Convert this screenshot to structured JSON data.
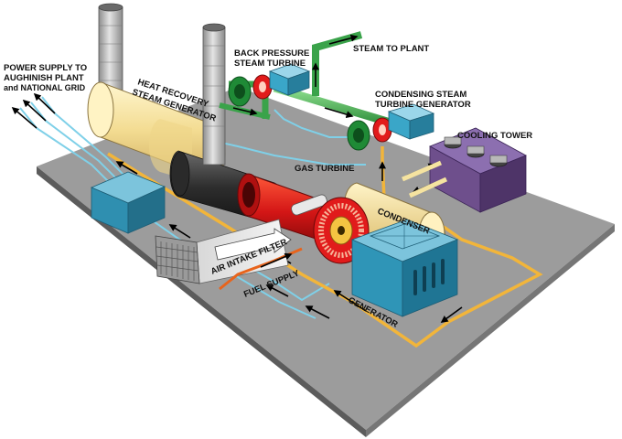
{
  "labels": {
    "power_supply_line1": "POWER SUPPLY TO",
    "power_supply_line2": "AUGHINISH PLANT",
    "power_supply_line3": "and NATIONAL GRID",
    "hrsg_line1": "HEAT RECOVERY",
    "hrsg_line2": "STEAM GENERATOR",
    "back_pressure_line1": "BACK PRESSURE",
    "back_pressure_line2": "STEAM TURBINE",
    "steam_to_plant": "STEAM TO PLANT",
    "condensing_line1": "CONDENSING STEAM",
    "condensing_line2": "TURBINE GENERATOR",
    "cooling_tower": "COOLING TOWER",
    "gas_turbine": "GAS TURBINE",
    "condenser": "CONDENSER",
    "air_intake_filter": "AIR INTAKE FILTER",
    "fuel_supply": "FUEL SUPPLY",
    "generator": "GENERATOR"
  },
  "colors": {
    "floor_top": "#9a9a9a",
    "floor_side": "#5e5e5e",
    "stack": "#b0b0b0",
    "hrsg_body": "#f6e6a6",
    "duct_dark": "#3a3a3a",
    "turbine_red": "#e11b1b",
    "generator_blue": "#2f95b7",
    "transformer_blue": "#3b9ec0",
    "steam_green": "#3aa34a",
    "cooling_purple": "#6e4f8c",
    "condenser_yellow": "#f5e3a0",
    "pipe_yellow": "#f2b53a",
    "cable_blue": "#7fd0e8"
  }
}
